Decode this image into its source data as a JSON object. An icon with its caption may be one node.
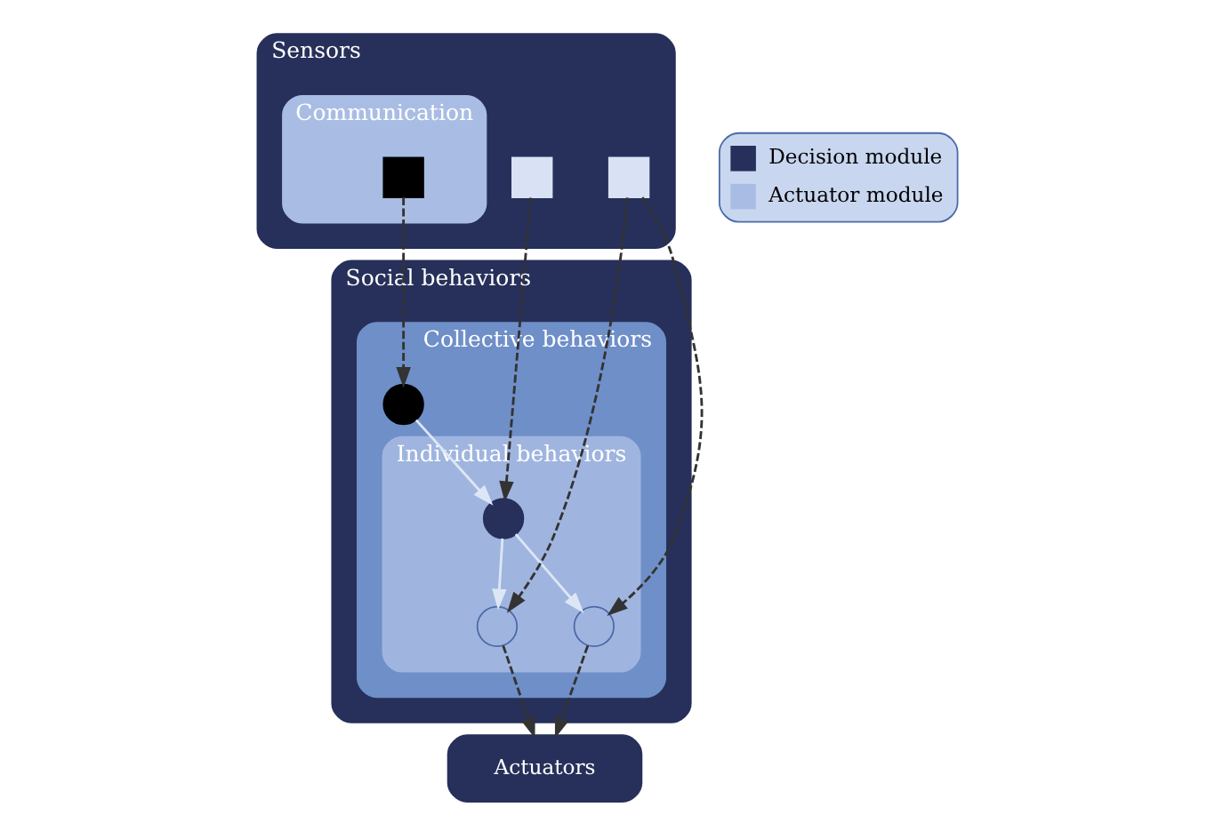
{
  "diagram": {
    "nodes": [
      {
        "text": [
          "Social behaviors"
        ]
      },
      {
        "text": [
          "Collective behaviors"
        ],
        "in": 0
      },
      {
        "text": [
          "Individual behaviors"
        ],
        "in": 1
      },
      {
        "text": [],
        "shape": "circle",
        "in": 1
      },
      {
        "text": [],
        "shape": "circle",
        "in": 2
      },
      {
        "text": [],
        "shape": "circle",
        "in": 2
      },
      {
        "text": [],
        "shape": "circle",
        "in": 2
      },
      {
        "text": [
          "Sensors"
        ]
      },
      {
        "text": [
          "Communication"
        ],
        "in": 7
      },
      {
        "text": [],
        "shape": "box",
        "in": 8
      },
      {
        "text": [],
        "shape": "box",
        "in": 7
      },
      {
        "text": [],
        "shape": "box",
        "in": 7
      },
      {
        "text": [
          "Actuators"
        ]
      }
    ],
    "edges": [
      {
        "from": 9,
        "to": 3,
        "arrow": "to",
        "style": "dashed"
      },
      {
        "from": 3,
        "to": 4,
        "arrow": "to",
        "color": "#dde6f5"
      },
      {
        "from": 10,
        "to": 4,
        "arrow": "to",
        "style": "dashed"
      },
      {
        "from": 4,
        "to": 5,
        "arrow": "to",
        "color": "#dde6f5"
      },
      {
        "from": 4,
        "to": 6,
        "arrow": "to",
        "color": "#dde6f5"
      },
      {
        "from": 11,
        "to": 5,
        "arrow": "to",
        "style": "dashed"
      },
      {
        "from": 11,
        "to": 6,
        "arrow": "to",
        "style": "dashed"
      },
      {
        "from": 5,
        "to": 12,
        "arrow": "to",
        "style": "dashed"
      },
      {
        "from": 6,
        "to": 12,
        "arrow": "to",
        "style": "dashed"
      }
    ],
    "legend": [
      {
        "text": "Decision module",
        "color": "#26305a"
      },
      {
        "text": "Actuator module",
        "color": "#a9bde4"
      }
    ]
  }
}
